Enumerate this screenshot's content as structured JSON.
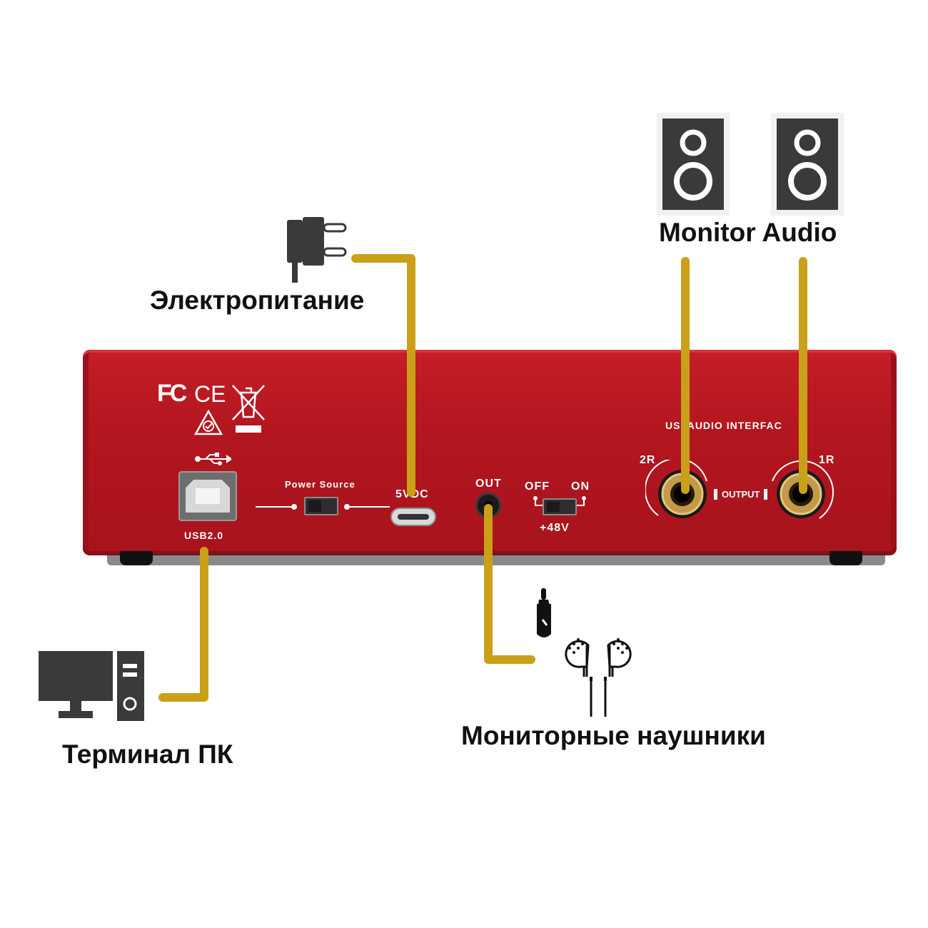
{
  "labels": {
    "power": "Электропитание",
    "monitor_audio": "Monitor Audio",
    "pc_terminal": "Терминал ПК",
    "headphones": "Мониторные наушники"
  },
  "device": {
    "cert_fc": "FC",
    "cert_ce": "CE",
    "usb_port_label": "USB2.0",
    "power_source_label": "Power Source",
    "dc_label": "5VDC",
    "out_label": "OUT",
    "phantom_off": "OFF",
    "phantom_on": "ON",
    "phantom_label": "+48V",
    "interface_label": "US  AUDIO INTERFAC",
    "output_label": "OUTPUT",
    "ch_2r": "2R",
    "ch_1r": "1R"
  },
  "colors": {
    "device_red": "#b3161f",
    "connector_line": "#c9a018",
    "icon_gray": "#3a3a3a"
  },
  "icons": [
    "power-adapter-icon",
    "speaker-icon",
    "computer-icon",
    "audio-jack-icon",
    "earphones-icon",
    "usb-symbol-icon",
    "weee-bin-icon",
    "rcm-mark-icon"
  ]
}
